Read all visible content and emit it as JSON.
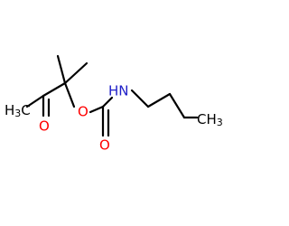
{
  "colors": {
    "carbon": "#000000",
    "oxygen": "#ff0000",
    "nitrogen": "#2020c8",
    "background": "#ffffff"
  },
  "labels": {
    "methyl_left": "H",
    "methyl_left_sub": "3",
    "methyl_left_c": "C",
    "ketone_o": "O",
    "ester_o": "O",
    "amine": "HN",
    "terminal_ch3": "CH",
    "terminal_ch3_sub": "3"
  }
}
